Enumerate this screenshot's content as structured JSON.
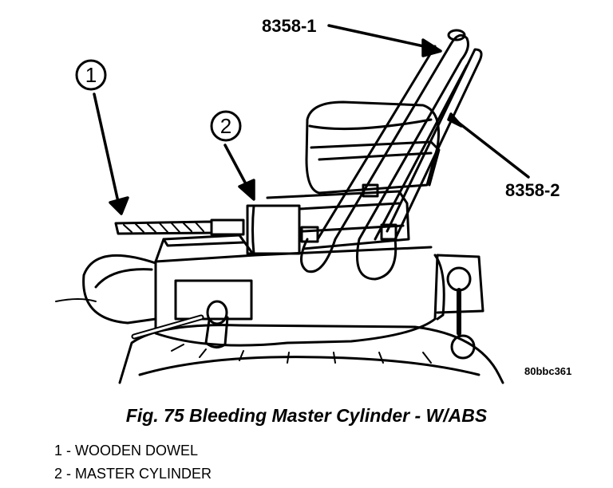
{
  "figure": {
    "caption": "Fig. 75 Bleeding Master Cylinder - W/ABS",
    "image_id": "80bbc361",
    "callouts": {
      "tool_1": "8358-1",
      "tool_2": "8358-2",
      "num_1": "1",
      "num_2": "2"
    },
    "legend": [
      "1 - WOODEN DOWEL",
      "2 - MASTER CYLINDER"
    ]
  }
}
